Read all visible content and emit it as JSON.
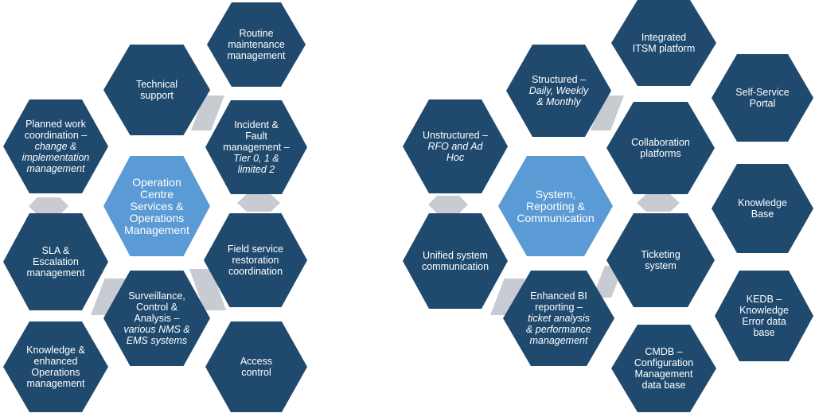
{
  "left": {
    "center": [
      "Operation",
      "Centre",
      "Services &",
      "Operations",
      "Management"
    ],
    "technical_support": [
      "Technical",
      "support"
    ],
    "routine_maintenance": [
      "Routine",
      "maintenance",
      "management"
    ],
    "planned_work": [
      "Planned work",
      "coordination –",
      "change &",
      "implementation",
      "management"
    ],
    "incident_fault": [
      "Incident &",
      "Fault",
      "management –",
      "Tier 0, 1 &",
      "limited 2"
    ],
    "sla_escalation": [
      "SLA &",
      "Escalation",
      "management"
    ],
    "field_service": [
      "Field service",
      "restoration",
      "coordination"
    ],
    "surveillance": [
      "Surveillance,",
      "Control &",
      "Analysis –",
      "various NMS &",
      "EMS systems"
    ],
    "knowledge_ops": [
      "Knowledge &",
      "enhanced",
      "Operations",
      "management"
    ],
    "access_control": [
      "Access",
      "control"
    ]
  },
  "right": {
    "center": [
      "System,",
      "Reporting &",
      "Communication"
    ],
    "structured": [
      "Structured –",
      "Daily, Weekly",
      "& Monthly"
    ],
    "integrated_itsm": [
      "Integrated",
      "ITSM platform"
    ],
    "self_service": [
      "Self-Service",
      "Portal"
    ],
    "unstructured": [
      "Unstructured –",
      "RFO and Ad",
      "Hoc"
    ],
    "collaboration": [
      "Collaboration",
      "platforms"
    ],
    "knowledge_base": [
      "Knowledge",
      "Base"
    ],
    "unified_comm": [
      "Unified system",
      "communication"
    ],
    "ticketing": [
      "Ticketing",
      "system"
    ],
    "enhanced_bi": [
      "Enhanced BI",
      "reporting –",
      "ticket analysis",
      "& performance",
      "management"
    ],
    "kedb": [
      "KEDB –",
      "Knowledge",
      "Error data",
      "base"
    ],
    "cmdb": [
      "CMDB –",
      "Configuration",
      "Management",
      "data base"
    ]
  },
  "colors": {
    "dark_hex": "#1f4a6e",
    "center_hex": "#5b9bd5",
    "connector": "#c9cbd3"
  }
}
